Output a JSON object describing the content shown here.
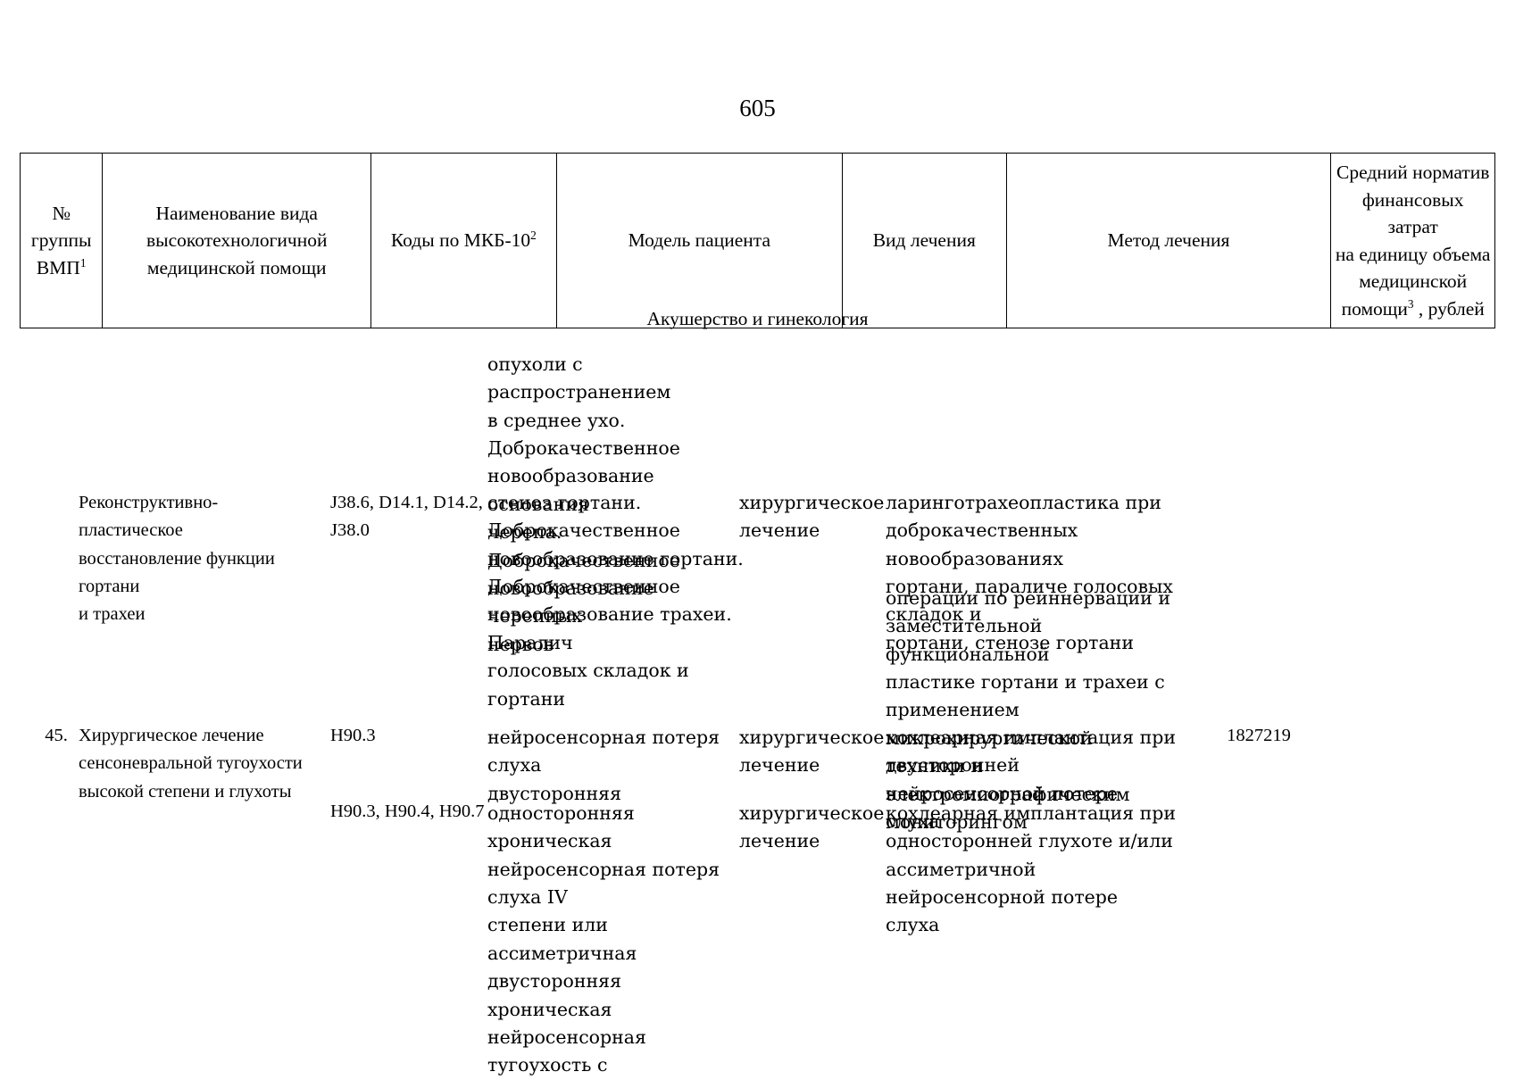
{
  "document": {
    "page_number": "605",
    "section_title": "Акушерство и гинекология"
  },
  "table": {
    "headers": {
      "group_no_line1": "№",
      "group_no_line2": "группы",
      "group_no_line3": "ВМП",
      "group_no_sup": "1",
      "name": "Наименование вида\nвысокотехнологичной\nмедицинской помощи",
      "codes_prefix": "Коды по МКБ-10",
      "codes_sup": "2",
      "patient_model": "Модель пациента",
      "treatment_type": "Вид лечения",
      "treatment_method": "Метод лечения",
      "cost_line1": "Средний норматив",
      "cost_line2": "финансовых затрат",
      "cost_line3": "на единицу объема",
      "cost_line4": "медицинской",
      "cost_line5_prefix": "помощи",
      "cost_sup": "3",
      "cost_line5_suffix": " , рублей"
    },
    "rows": [
      {
        "number": "",
        "name": "",
        "codes": "",
        "patient_model": "опухоли с распространением\nв среднее ухо. Доброкачественное\nновообразование основания\nчерепа. Доброкачественное\nновообразование черепных\nнервов",
        "treatment_type": "",
        "treatment_method": "",
        "cost": ""
      },
      {
        "number": "",
        "name": "Реконструктивно-пластическое\nвосстановление функции гортани\nи трахеи",
        "codes": "J38.6, D14.1, D14.2,\nJ38.0",
        "patient_model": "стеноз гортани.\nДоброкачественное\nновообразование гортани.\nДоброкачественное\nновообразование трахеи. Паралич\nголосовых складок и гортани",
        "treatment_type": "хирургическое\nлечение",
        "treatment_method": "ларинготрахеопластика при\nдоброкачественных новообразованиях\nгортани, параличе голосовых складок и\nгортани, стенозе гортани",
        "treatment_method_2": "операции по реиннервации и\nзаместительной функциональной\nпластике гортани и трахеи с\nприменением микрохирургической\nтехники и электромиографическим\nмониторингом",
        "cost": ""
      },
      {
        "number": "45.",
        "name": "Хирургическое лечение\nсенсоневральной тугоухости\nвысокой степени и глухоты",
        "codes": "H90.3",
        "patient_model": "нейросенсорная потеря слуха\nдвусторонняя",
        "treatment_type": "хирургическое\nлечение",
        "treatment_method": "кохлеарная имплантация при\nдвусторонней нейросенсорной потере\nслуха",
        "cost": "1827219"
      },
      {
        "number": "",
        "name": "",
        "codes": "H90.3, H90.4, H90.7",
        "patient_model": "односторонняя хроническая\nнейросенсорная потеря слуха IV\nстепени или ассиметричная\nдвусторонняя хроническая\nнейросенсорная тугоухость с",
        "treatment_type": "хирургическое\nлечение",
        "treatment_method": "кохлеарная имплантация при\nодносторонней глухоте и/или\nассиметричной нейросенсорной потере\nслуха",
        "cost": ""
      }
    ]
  }
}
